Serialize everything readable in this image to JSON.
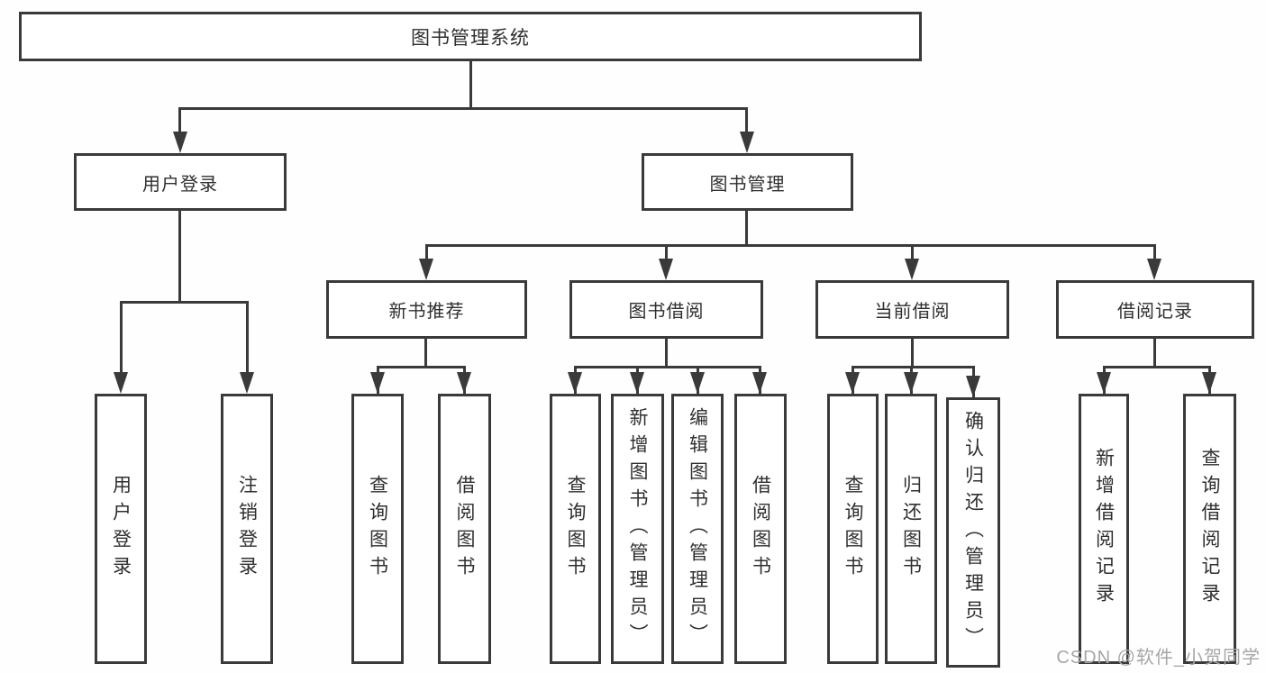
{
  "nodes": {
    "root": "图书管理系统",
    "user_login": "用户登录",
    "book_mgmt": "图书管理",
    "new_book_rec": "新书推荐",
    "book_borrow": "图书借阅",
    "current_borrow": "当前借阅",
    "borrow_record": "借阅记录",
    "ul_user_login": "用户登录",
    "ul_logout": "注销登录",
    "nb_query": "查询图书",
    "nb_borrow": "借阅图书",
    "bb_query": "查询图书",
    "bb_add": "新增图书（管理员）",
    "bb_edit": "编辑图书（管理员）",
    "bb_borrow": "借阅图书",
    "cb_query": "查询图书",
    "cb_return": "归还图书",
    "cb_confirm": "确认归还（管理员）",
    "br_add": "新增借阅记录",
    "br_query": "查询借阅记录"
  },
  "watermark": "CSDN @软件_小贺同学",
  "colors": {
    "line": "#3a3a3a",
    "text": "#2f2f2f",
    "background": "#fefefe",
    "watermark": "#a6a6a6"
  }
}
